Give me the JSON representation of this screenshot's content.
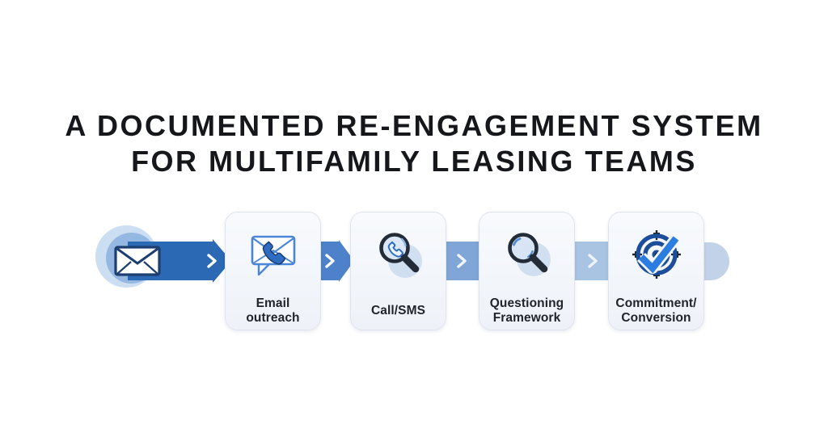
{
  "title": {
    "line1": "A DOCUMENTED RE-ENGAGEMENT SYSTEM",
    "line2": "FOR MULTIFAMILY LEASING TEAMS"
  },
  "flow": {
    "start": {
      "icon": "envelope-icon"
    },
    "connector_chevrons": 4,
    "steps": [
      {
        "icon": "email-envelope-phone-icon",
        "label_line1": "Email",
        "label_line2": "outreach"
      },
      {
        "icon": "magnifier-phone-icon",
        "label_line1": "Call/SMS",
        "label_line2": ""
      },
      {
        "icon": "magnifier-icon",
        "label_line1": "Questioning",
        "label_line2": "Framework"
      },
      {
        "icon": "target-checkmark-icon",
        "label_line1": "Commitment/",
        "label_line2": "Conversion"
      }
    ]
  },
  "colors": {
    "title-text": "#15171a",
    "label-text": "#20242b",
    "band1": "#2b69b4",
    "band2": "#4d82ca",
    "band3": "#7fa6d6",
    "band4": "#a9c3e2",
    "endcap": "#c2d3e9",
    "bubble-outer": "#b9d1ec",
    "bubble-inner": "#8fb4e0",
    "card-border": "#dfe5ee",
    "icon-dark-navy": "#242c38",
    "icon-blue": "#2e6cc2",
    "ring-blue": "#1d4e9b",
    "check-blue": "#2b7de2",
    "envelope-stroke": "#1c3e70",
    "outline-blue": "#4a86d8"
  }
}
